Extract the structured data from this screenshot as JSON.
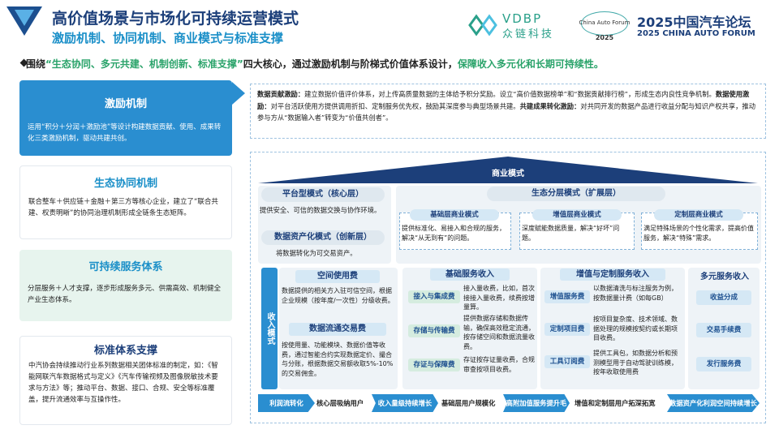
{
  "header": {
    "title": "高价值场景与市场化可持续运营模式",
    "subtitle": "激励机制、协同机制、商业模式与标准支撑",
    "brand_en": "VDBP",
    "brand_cn": "众链科技",
    "forum_logo_text": "China Auto Forum",
    "forum_logo_year": "2025",
    "forum_cn": "2025中国汽车论坛",
    "forum_en": "2025 CHINA AUTO FORUM"
  },
  "intro": {
    "part1": "围绕",
    "highlight1": "“生态协同、多元共建、机制创新、标准支撑”",
    "part2": "四大核心，通过激励机制与阶梯式价值体系设计，",
    "highlight2": "保障收入多元化和长期可持续性。"
  },
  "left_cards": [
    {
      "title": "激励机制",
      "body": "运用“积分＋分润＋激励池”等设计构建数据贡献、使用、成果转化三类激励机制，驱动共建共创。"
    },
    {
      "title": "生态协同机制",
      "body": "联合整车＋供应链＋金融＋第三方等核心企业，建立了“联合共建、权责明晰”的协同治理机制形成全链条生态矩阵。"
    },
    {
      "title": "可持续服务体系",
      "body": "分层服务＋人才支撑，逐步形成服务多元、供需高效、机制健全产业生态体系。"
    },
    {
      "title": "标准体系支撑",
      "body": "中汽协会持续推动行业系列数据相关团体标准的制定，如：《智能网联汽车数据格式与定义》《汽车传输视频及图像脱敏技术要求与方法》等；推动平台、数据、接口、合规、安全等标准覆盖，提升流通效率与互操作性。"
    }
  ],
  "incentive": {
    "k1": "数据贡献激励：",
    "t1": "建立数据价值评价体系，对上传高质量数据的主体给予积分奖励。设立“高价值数据榜单”和“数据贡献排行榜”，形成生态内良性竞争机制。",
    "k2": "数据使用激励：",
    "t2": "对平台活跃使用方提供调用折扣、定制服务优先权，鼓励其深度参与典型场景共建。",
    "k3": "共建成果转化激励：",
    "t3": "对共同开发的数据产品进行收益分配与知识产权共享，推动参与方从“数据输入者”转变为“价值共创者”。"
  },
  "business": {
    "roof_label": "商业模式",
    "platform_title": "平台型模式（核心层）",
    "platform_text": "提供安全、可信的数据交换与协作环境。",
    "asset_title": "数据资产化模式（创新层）",
    "asset_text": "将数据转化为可交易资产。",
    "eco_title": "生态分层模式（扩展层）",
    "tiers": [
      {
        "title": "基础层商业模式",
        "text": "提供标准化、易接入和合规的服务，解决“从无到有”的问题。"
      },
      {
        "title": "增值层商业模式",
        "text": "深度赋能数据质量，解决“好坏”问题。"
      },
      {
        "title": "定制层商业模式",
        "text": "满足特殊场景的个性化需求，提高价值服务，解决“特殊”需求。"
      }
    ]
  },
  "revenue": {
    "mode_label": "收入模式",
    "space_title": "空间使用费",
    "space_text": "数据提供的相关方入驻可信空间，根据企业规模（按年度/一次性）分级收费。",
    "flow_title": "数据流通交易费",
    "flow_text": "按使用量、功能模块、数据价值等收费，通过智能合约实现数据定价、撮合与分账，根据数据交易额收取5%-10%的交易佣金。",
    "basic_title": "基础服务收入",
    "basic_items": [
      {
        "label": "接入与集成费",
        "text": "接入量收费，比如，首次接接入量收费，续费按增量算。"
      },
      {
        "label": "存储与传输费",
        "text": "提供数据存储和数据传输，确保高效稳定流通，按存储空间和数据流量收费。"
      },
      {
        "label": "存证与保障费",
        "text": "存证按存证量收费，合规审查按项目收费。"
      }
    ],
    "value_title": "增值与定制服务收入",
    "value_items": [
      {
        "label": "增值服务费",
        "text": "以数据清洗与标注服务为例，按数据量计费（如每GB）"
      },
      {
        "label": "定制项目费",
        "text": "按项目复杂度、技术领域、数据处理的规模按契约或长期项目收费。"
      },
      {
        "label": "工具订阅费",
        "text": "提供工具包，如数据分析和预测模型用于自动驾驶训练模，按年收取使用费"
      }
    ],
    "multi_title": "多元服务收入",
    "multi_items": [
      "收益分成",
      "交易手续费",
      "发行服务费"
    ]
  },
  "flow": {
    "s1": "利润流转化",
    "t1": "核心层吸纳用户",
    "s2": "收入量级持续增长",
    "t2": "基础层用户规模化",
    "s3": "高附加值服务提升毛利",
    "t3": "增值和定制层用户拓深拓宽",
    "s4": "数据资产化利润空间持续增长"
  },
  "colors": {
    "primary": "#2a8ed0",
    "navy": "#1c3f7a",
    "green": "#2aa36a"
  }
}
